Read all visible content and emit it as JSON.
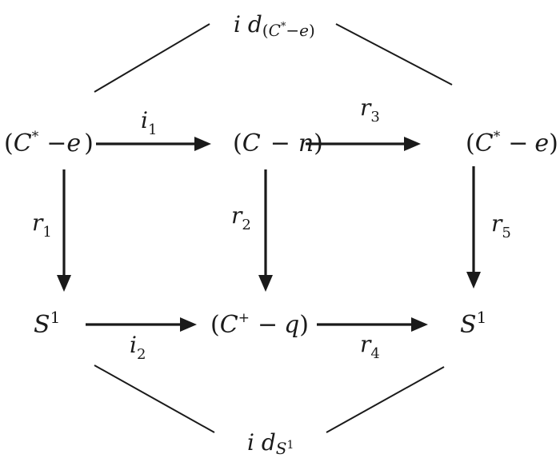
{
  "nodes": {
    "top_left": {
      "open": "(",
      "name": "C",
      "sup": "*",
      "minus": "−",
      "var": "e",
      "close": ")"
    },
    "top_mid": {
      "open": "(",
      "name": "C",
      "minus": "−",
      "var": "n",
      "close": ")"
    },
    "top_right": {
      "open": "(",
      "name": "C",
      "sup": "*",
      "minus": "−",
      "var": "e",
      "close": ")"
    },
    "bot_left": {
      "name": "S",
      "sup": "1"
    },
    "bot_mid": {
      "open": "(",
      "name": "C",
      "sup": "+",
      "minus": "−",
      "var": "q",
      "close": ")"
    },
    "bot_right": {
      "name": "S",
      "sup": "1"
    }
  },
  "maps": {
    "i1": {
      "name": "i",
      "sub": "1"
    },
    "i2": {
      "name": "i",
      "sub": "2"
    },
    "r1": {
      "name": "r",
      "sub": "1"
    },
    "r2": {
      "name": "r",
      "sub": "2"
    },
    "r3": {
      "name": "r",
      "sub": "3"
    },
    "r4": {
      "name": "r",
      "sub": "4"
    },
    "r5": {
      "name": "r",
      "sub": "5"
    }
  },
  "identities": {
    "top": {
      "name": "i d",
      "sub_open": "(",
      "sub_name": "C",
      "sub_sup": "*",
      "sub_minus": "−",
      "sub_var": "e",
      "sub_close": ")"
    },
    "bottom": {
      "name": "i d",
      "sub_name": "S",
      "sub_sup": "1"
    }
  }
}
